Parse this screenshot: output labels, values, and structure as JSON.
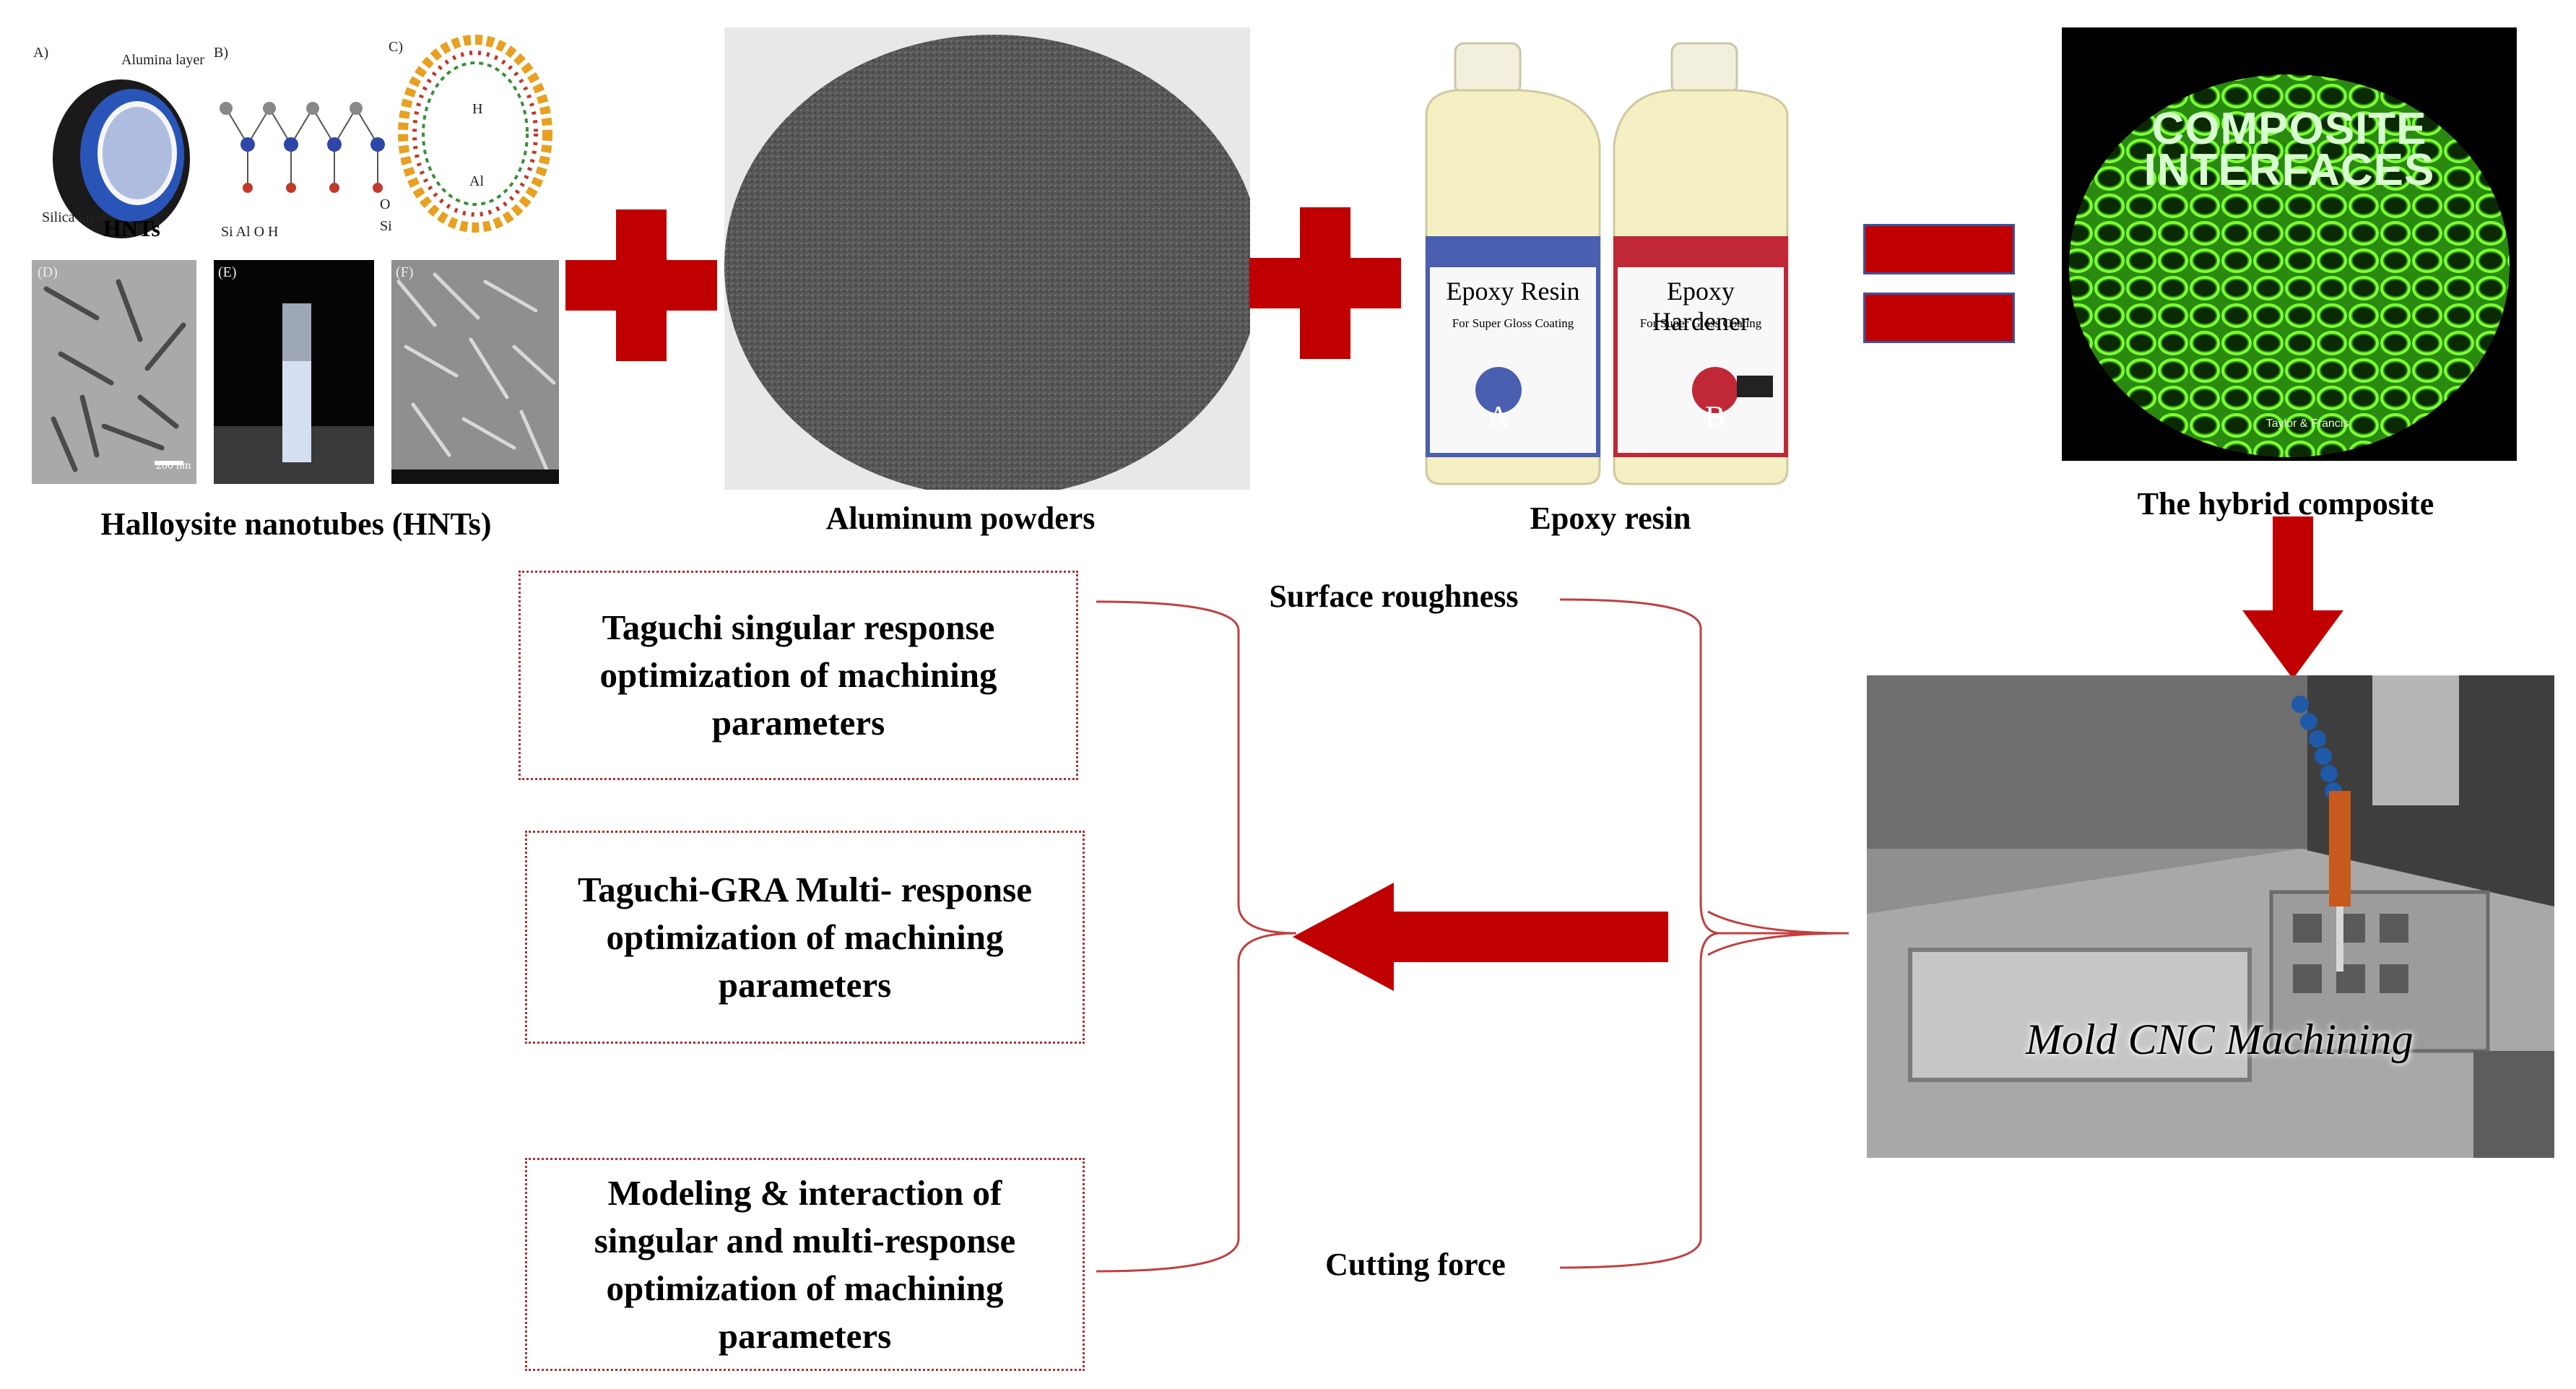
{
  "ingredients": {
    "hnt": {
      "label": "Halloysite nanotubes (HNTs)",
      "panel_letters": [
        "A)",
        "B)",
        "C)",
        "(D)",
        "(E)",
        "(F)"
      ],
      "panel_a": {
        "alumina": "Alumina layer",
        "silica": "Silica layer",
        "caption": "HNTs"
      },
      "panel_b_legend": "Si  Al  O  H",
      "panel_c": {
        "inner": "H",
        "al": "Al",
        "o": "O",
        "si": "Si"
      },
      "scale_bar": "200 nm"
    },
    "aluminum": {
      "label": "Aluminum powders"
    },
    "epoxy": {
      "label": "Epoxy resin",
      "bottle_a": {
        "name": "Epoxy Resin",
        "sub": "For Super Gloss Coating",
        "letter": "A"
      },
      "bottle_b": {
        "name": "Epoxy Hardener",
        "sub": "For Super Gloss Coating",
        "letter": "B"
      }
    },
    "composite": {
      "label": "The hybrid composite",
      "journal_line1": "COMPOSITE",
      "journal_line2": "INTERFACES",
      "publisher": "Taylor & Francis"
    }
  },
  "machining": {
    "overlay": "Mold CNC Machining"
  },
  "responses": {
    "surface": "Surface roughness",
    "force": "Cutting force"
  },
  "outcomes": [
    {
      "text": "Taguchi singular response\noptimization of machining\nparameters"
    },
    {
      "text": "Taguchi-GRA Multi- response\noptimization of machining\nparameters"
    },
    {
      "text": "Modeling & interaction of\nsingular and multi-response\noptimization of machining\nparameters"
    }
  ],
  "colors": {
    "arrow": "#c00000",
    "box_border": "#a83232",
    "composite_green": "#5cff1e"
  }
}
